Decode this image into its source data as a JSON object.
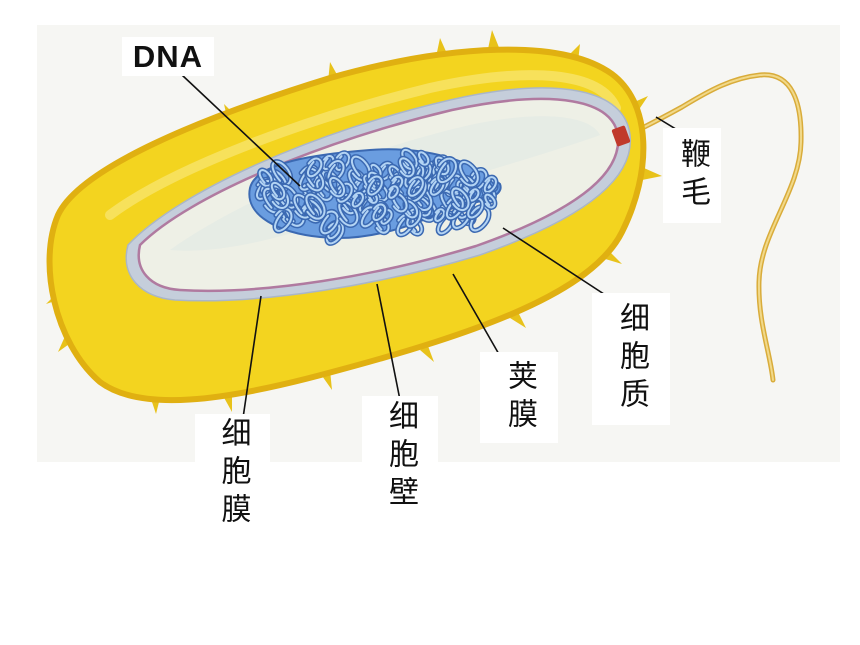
{
  "labels": {
    "dna": "DNA",
    "flagellum": "鞭毛",
    "cytoplasm": "细胞质",
    "capsule": "荚膜",
    "cell_wall": "细胞壁",
    "cell_membrane": "细胞膜"
  },
  "colors": {
    "background": "#f6f6f3",
    "capsule": "#f3d41f",
    "capsule_rim": "#e0b011",
    "capsule_highlight": "#f8e46a",
    "cell_wall": "#c5cedb",
    "cell_membrane": "#b07aa0",
    "cytoplasm": "#eef0e6",
    "dna_fill": "#6a9de0",
    "dna_outline": "#3b69b2",
    "dna_highlight": "#b3d4f4",
    "flagellum": "#e6c35a",
    "flagellum_base": "#c0392b",
    "leader_line": "#111111"
  }
}
